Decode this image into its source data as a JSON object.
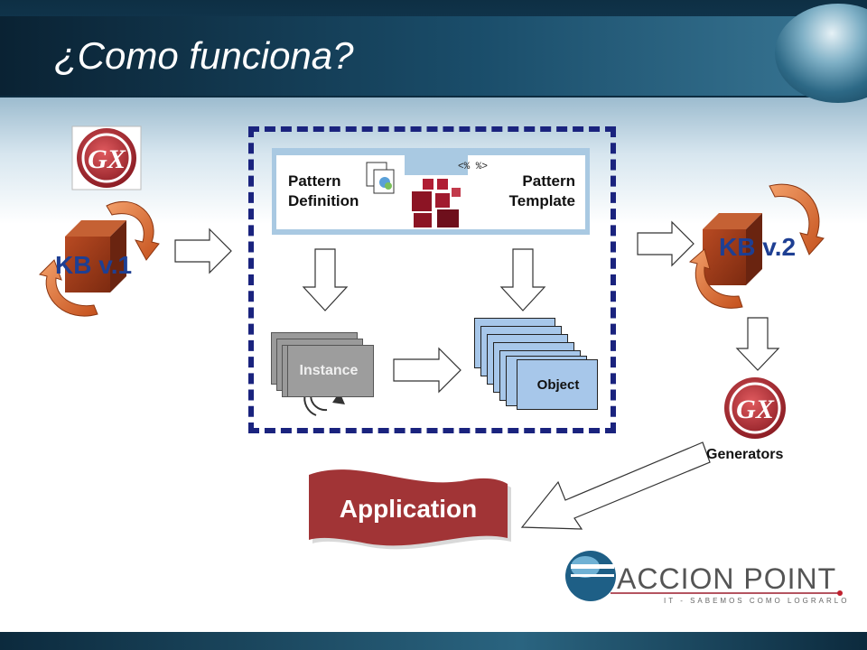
{
  "slide": {
    "title": "¿Como funciona?"
  },
  "diagram": {
    "kb_v1": "KB v.1",
    "kb_v2": "KB v.2",
    "pattern_definition": [
      "Pattern",
      "Definition"
    ],
    "pattern_template": [
      "Pattern",
      "Template"
    ],
    "template_tags": "<% %>",
    "instance": "Instance",
    "object": "Object",
    "generators": "Generators",
    "application": "Application",
    "logo_text": "GX"
  },
  "brand": {
    "name": "ACCION POINT",
    "tagline": "IT - SABEMOS COMO LOGRARLO"
  },
  "colors": {
    "kb_label": "#1e3f93",
    "cube": "#9e3b1c",
    "application_banner": "#a13436",
    "dashed_border": "#1a237e",
    "panel_blue": "#a9c9e2",
    "object_sheet": "#a7c7ea"
  }
}
